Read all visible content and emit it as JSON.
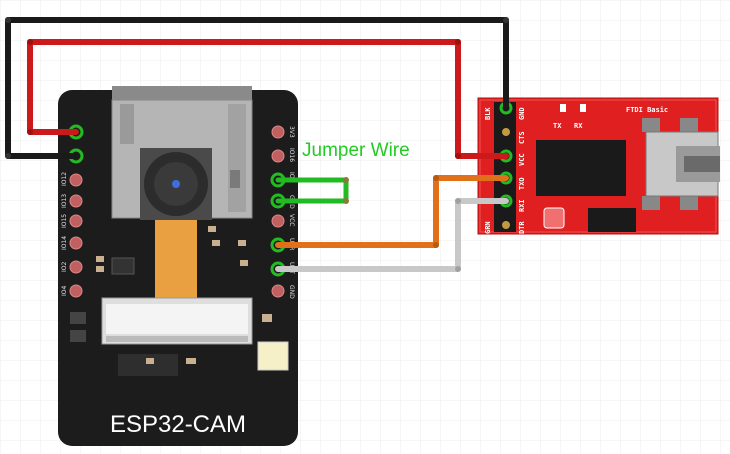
{
  "board": {
    "name": "ESP32-CAM",
    "left_pins": [
      "",
      "",
      "IO12",
      "IO13",
      "IO15",
      "IO14",
      "IO2",
      "IO4"
    ],
    "right_pins": [
      "3V3",
      "IO16",
      "IO0",
      "GND",
      "VCC",
      "U0R",
      "U0T",
      "GND"
    ]
  },
  "ftdi": {
    "title": "FTDI Basic",
    "tx_label": "TX",
    "rx_label": "RX",
    "pins": [
      "BLK",
      "GND",
      "CTS",
      "VCC",
      "TXO",
      "RXI",
      "DTR",
      "GRN"
    ]
  },
  "annotation": {
    "text": "Jumper Wire",
    "color": "#22cc22"
  },
  "colors": {
    "wire_black": "#1a1a1a",
    "wire_red": "#cc1a1a",
    "wire_orange": "#e0701a",
    "wire_gray": "#c8c8c8",
    "wire_green": "#22bb22",
    "board": "#1c1c1c",
    "ftdi_board": "#e02020"
  }
}
